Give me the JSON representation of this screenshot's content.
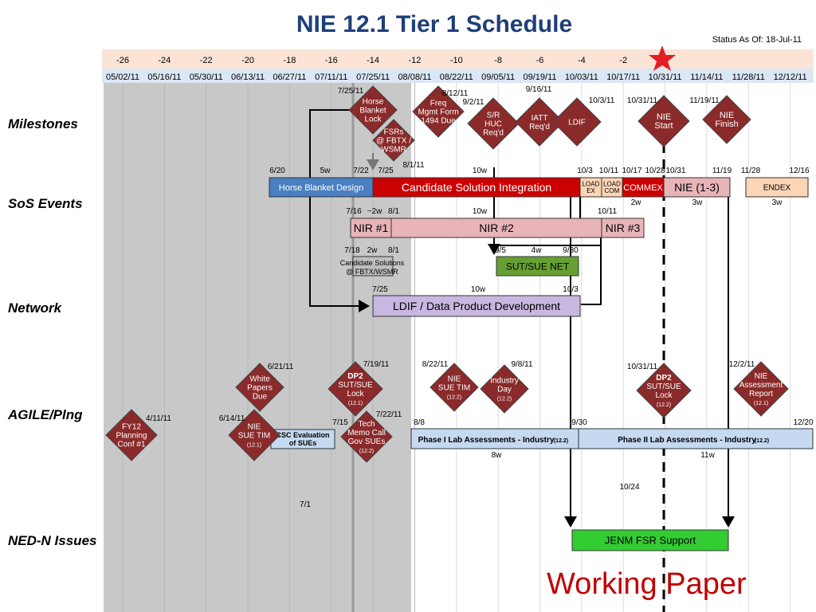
{
  "title": "NIE 12.1 Tier 1 Schedule",
  "status": "Status As Of: 18-Jul-11",
  "row_labels": [
    "Milestones",
    "SoS Events",
    "Network",
    "AGILE/Plng",
    "NED-N Issues"
  ],
  "week_offsets": [
    "-26",
    "-24",
    "-22",
    "-20",
    "-18",
    "-16",
    "-14",
    "-12",
    "-10",
    "-8",
    "-6",
    "-4",
    "-2"
  ],
  "dates": [
    "05/02/11",
    "05/16/11",
    "05/30/11",
    "06/13/11",
    "06/27/11",
    "07/11/11",
    "07/25/11",
    "08/08/11",
    "08/22/11",
    "09/05/11",
    "09/19/11",
    "10/03/11",
    "10/17/11",
    "10/31/11",
    "11/14/11",
    "11/28/11",
    "12/12/11"
  ],
  "watermark": "Working Paper",
  "colors": {
    "milestone": "#8b2a2a",
    "title": "#1f3f7a",
    "red_bar": "#cc0000",
    "blue_bar": "#4a7fc1",
    "pink_bar": "#e8b4b8",
    "green_bar": "#66a033",
    "lavender": "#c8b7e0",
    "light_blue": "#c5d9f1",
    "jenm": "#33cc33",
    "endex": "#fbd5b5",
    "gray_region": "#c8c8c8",
    "star": "#e21f26"
  },
  "milestones": [
    {
      "date": "7/25/11",
      "lines": [
        "Horse",
        "Blanket",
        "Lock"
      ]
    },
    {
      "date": "8/1/11",
      "lines": [
        "FSRs",
        "@ FBTX /",
        "WSMR"
      ]
    },
    {
      "date": "8/12/11",
      "lines": [
        "Freq",
        "Mgmt Form",
        "1494 Due"
      ]
    },
    {
      "date": "9/2/11",
      "lines": [
        "S/R",
        "HUC",
        "Req'd"
      ]
    },
    {
      "date": "9/16/11",
      "lines": [
        "IATT",
        "Req'd"
      ]
    },
    {
      "date": "10/3/11",
      "lines": [
        "LDIF"
      ]
    },
    {
      "date": "10/31/11",
      "lines": [
        "NIE",
        "Start"
      ]
    },
    {
      "date": "11/19/11",
      "lines": [
        "NIE",
        "Finish"
      ]
    }
  ],
  "sos": {
    "horse_blanket": "Horse Blanket Design",
    "csi": "Candidate Solution Integration",
    "load_ex": [
      "LOAD",
      "EX"
    ],
    "load_com": [
      "LOAD",
      "COM"
    ],
    "commex": "COMMEX",
    "nie": "NIE (1-3)",
    "endex": "ENDEX",
    "labels": [
      "6/20",
      "5w",
      "7/22",
      "7/25",
      "10w",
      "10/3",
      "10/11",
      "10/17",
      "10/28",
      "10/31",
      "11/19",
      "11/28",
      "12/16",
      "2w",
      "3w",
      "3w"
    ],
    "nir": [
      "NIR #1",
      "NIR #2",
      "NIR #3"
    ],
    "nir_labels": [
      "7/16",
      "~2w",
      "8/1",
      "10w",
      "10/11"
    ],
    "cand": [
      "Candidate Solutions",
      "@ FBTX/WSMR"
    ],
    "cand_labels": [
      "7/18",
      "2w",
      "8/1"
    ],
    "sut": "SUT/SUE NET",
    "sut_labels": [
      "9/5",
      "4w",
      "9/30"
    ]
  },
  "network": {
    "ldif": "LDIF / Data Product Development",
    "labels": [
      "7/25",
      "10w",
      "10/3"
    ]
  },
  "agile": {
    "diamonds": [
      {
        "date": "6/21/11",
        "lines": [
          "White",
          "Papers",
          "Due"
        ]
      },
      {
        "date": "7/19/11",
        "lines": [
          "DP2",
          "SUT/SUE",
          "Lock",
          "(12.1)"
        ]
      },
      {
        "date": "8/22/11",
        "lines": [
          "NIE",
          "SUE TIM",
          "(12.2)"
        ]
      },
      {
        "date": "9/8/11",
        "lines": [
          "Industry",
          "Day",
          "(12.2)"
        ]
      },
      {
        "date": "10/31/11",
        "lines": [
          "DP2",
          "SUT/SUE",
          "Lock",
          "(12.2)"
        ]
      },
      {
        "date": "12/2/11",
        "lines": [
          "NIE",
          "Assessment",
          "Report",
          "(12.1)"
        ]
      },
      {
        "date": "4/11/11",
        "lines": [
          "FY12",
          "Planning",
          "Conf #1"
        ]
      },
      {
        "date": "6/14/11",
        "lines": [
          "NIE",
          "SUE TIM",
          "(12.1)"
        ]
      },
      {
        "date": "7/22/11",
        "lines": [
          "Tech",
          "Memo Call",
          "Gov SUEs",
          "(12.2)"
        ]
      }
    ],
    "csc": [
      "CSC Evaluation",
      "of SUEs"
    ],
    "csc_start": "7/15",
    "phase1": "Phase I Lab Assessments - Industry",
    "phase1_ver": "(12.2)",
    "phase2": "Phase II Lab Assessments - Industry",
    "phase2_ver": "(12.2)",
    "labels": [
      "8/8",
      "9/30",
      "12/20",
      "8w",
      "11w"
    ]
  },
  "ned": {
    "jenm": "JENM FSR Support",
    "labels": [
      "10/24",
      "7/1"
    ]
  }
}
